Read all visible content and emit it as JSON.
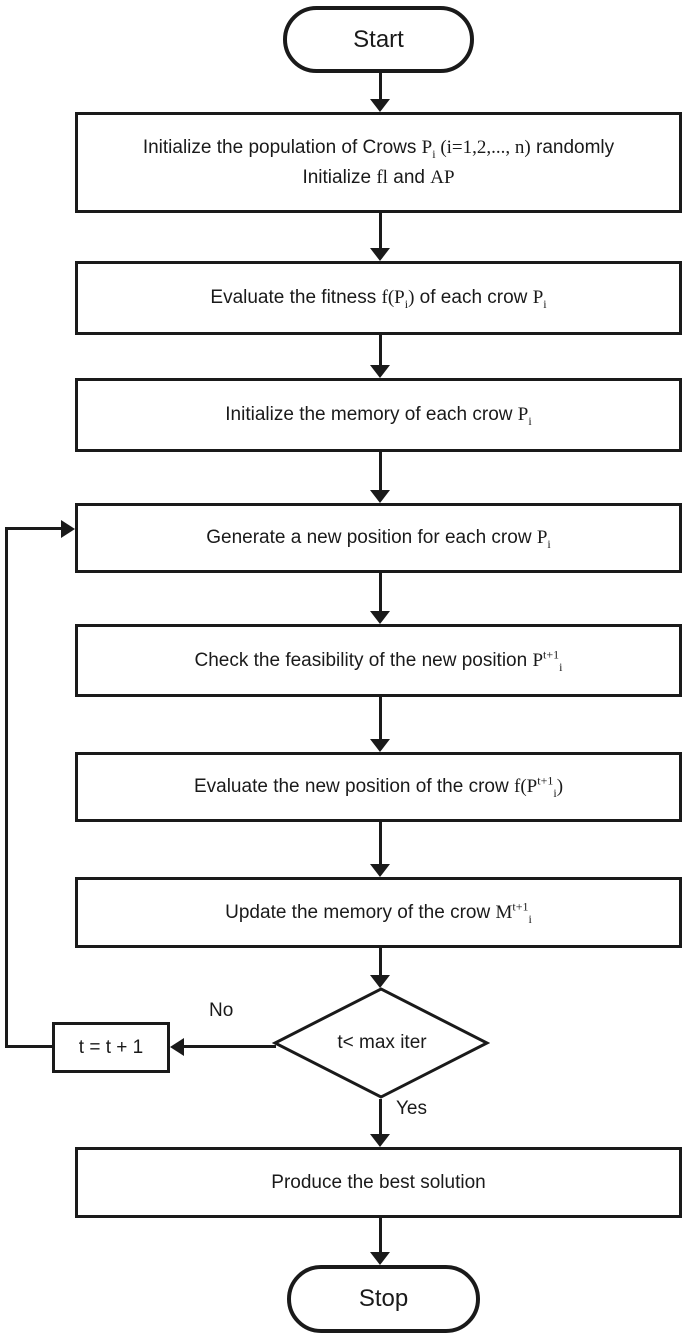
{
  "colors": {
    "stroke": "#1a1a1a",
    "background": "#ffffff"
  },
  "nodes": {
    "start": {
      "label": "Start"
    },
    "init_population": {
      "line1": {
        "text1": "Initialize the population of Crows ",
        "math_base": "P",
        "math_sub": "i",
        "math_tail": " (i=1,2,..., n)",
        "text2": " randomly"
      },
      "line2": {
        "text1": "Initialize ",
        "math1": "fl",
        "text2": " and ",
        "math2": "AP"
      }
    },
    "evaluate_fitness": {
      "text1": "Evaluate the fitness ",
      "math1_open": "f(P",
      "math1_sub": "i",
      "math1_close": ")",
      "text2": " of each crow ",
      "math2_base": "P",
      "math2_sub": "i"
    },
    "init_memory": {
      "text1": "Initialize the memory of each crow ",
      "math_base": "P",
      "math_sub": "i"
    },
    "generate_position": {
      "text1": "Generate a new position for each crow ",
      "math_base": "P",
      "math_sub": "i"
    },
    "check_feasibility": {
      "text1": "Check the feasibility of the new position ",
      "math_base": "P",
      "math_sup": "t+1",
      "math_sub": "i"
    },
    "evaluate_new_position": {
      "text1": "Evaluate the new position of the crow ",
      "math_open": "f(P",
      "math_sup": "t+1",
      "math_sub": "i",
      "math_close": ")"
    },
    "update_memory": {
      "text1": "Update the memory of the crow ",
      "math_base": "M",
      "math_sup": "t+1",
      "math_sub": "i"
    },
    "decision": {
      "label": "t< max iter"
    },
    "counter": {
      "label": "t = t + 1"
    },
    "produce": {
      "label": "Produce the best solution"
    },
    "stop": {
      "label": "Stop"
    }
  },
  "edges": {
    "no": "No",
    "yes": "Yes"
  }
}
